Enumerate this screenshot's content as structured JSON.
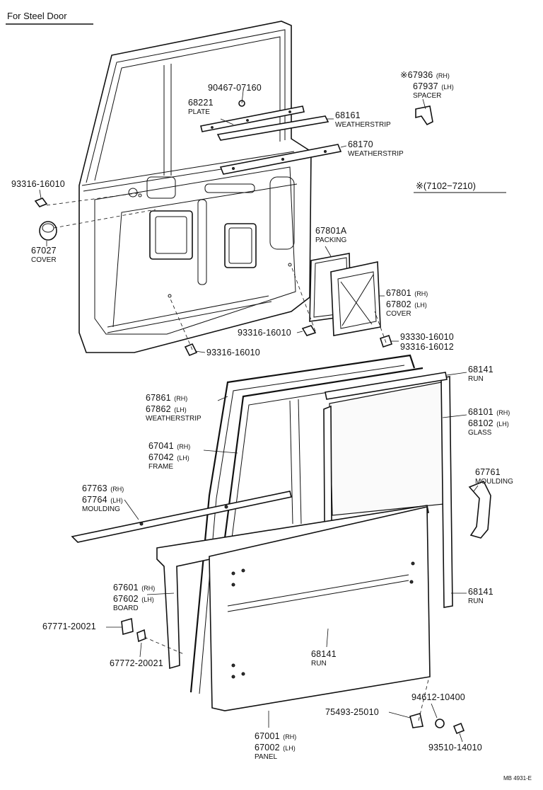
{
  "header": {
    "title": "For Steel Door"
  },
  "note": {
    "symbol": "※",
    "range": "(7102−7210)"
  },
  "reference": "MB 4931-E",
  "parts": [
    {
      "id": "p90467",
      "lines": [
        "90467-07160"
      ],
      "name": ""
    },
    {
      "id": "p68221",
      "lines": [
        "68221"
      ],
      "name": "PLATE"
    },
    {
      "id": "p67936",
      "lines": [
        "※67936",
        "67937"
      ],
      "sides": [
        "(RH)",
        "(LH)"
      ],
      "name": "SPACER"
    },
    {
      "id": "p68161",
      "lines": [
        "68161"
      ],
      "name": "WEATHERSTRIP"
    },
    {
      "id": "p68170",
      "lines": [
        "68170"
      ],
      "name": "WEATHERSTRIP"
    },
    {
      "id": "p93316a",
      "lines": [
        "93316-16010"
      ],
      "name": ""
    },
    {
      "id": "p67027",
      "lines": [
        "67027"
      ],
      "name": "COVER"
    },
    {
      "id": "p67801A",
      "lines": [
        "67801A"
      ],
      "name": "PACKING"
    },
    {
      "id": "p67801",
      "lines": [
        "67801",
        "67802"
      ],
      "sides": [
        "(RH)",
        "(LH)"
      ],
      "name": "COVER"
    },
    {
      "id": "p93316b",
      "lines": [
        "93316-16010"
      ],
      "name": ""
    },
    {
      "id": "p93330",
      "lines": [
        "93330-16010",
        "93316-16012"
      ],
      "name": ""
    },
    {
      "id": "p93316c",
      "lines": [
        "93316-16010"
      ],
      "name": ""
    },
    {
      "id": "p68141a",
      "lines": [
        "68141"
      ],
      "name": "RUN"
    },
    {
      "id": "p67861",
      "lines": [
        "67861",
        "67862"
      ],
      "sides": [
        "(RH)",
        "(LH)"
      ],
      "name": "WEATHERSTRIP"
    },
    {
      "id": "p68101",
      "lines": [
        "68101",
        "68102"
      ],
      "sides": [
        "(RH)",
        "(LH)"
      ],
      "name": "GLASS"
    },
    {
      "id": "p67041",
      "lines": [
        "67041",
        "67042"
      ],
      "sides": [
        "(RH)",
        "(LH)"
      ],
      "name": "FRAME"
    },
    {
      "id": "p67761",
      "lines": [
        "67761"
      ],
      "name": "MOULDING"
    },
    {
      "id": "p67763",
      "lines": [
        "67763",
        "67764"
      ],
      "sides": [
        "(RH)",
        "(LH)"
      ],
      "name": "MOULDING"
    },
    {
      "id": "p67601",
      "lines": [
        "67601",
        "67602"
      ],
      "sides": [
        "(RH)",
        "(LH)"
      ],
      "name": "BOARD"
    },
    {
      "id": "p68141b",
      "lines": [
        "68141"
      ],
      "name": "RUN"
    },
    {
      "id": "p67771",
      "lines": [
        "67771-20021"
      ],
      "name": ""
    },
    {
      "id": "p67772",
      "lines": [
        "67772-20021"
      ],
      "name": ""
    },
    {
      "id": "p68141c",
      "lines": [
        "68141"
      ],
      "name": "RUN"
    },
    {
      "id": "p94612",
      "lines": [
        "94612-10400"
      ],
      "name": ""
    },
    {
      "id": "p75493",
      "lines": [
        "75493-25010"
      ],
      "name": ""
    },
    {
      "id": "p67001",
      "lines": [
        "67001",
        "67002"
      ],
      "sides": [
        "(RH)",
        "(LH)"
      ],
      "name": "PANEL"
    },
    {
      "id": "p93510",
      "lines": [
        "93510-14010"
      ],
      "name": ""
    }
  ]
}
